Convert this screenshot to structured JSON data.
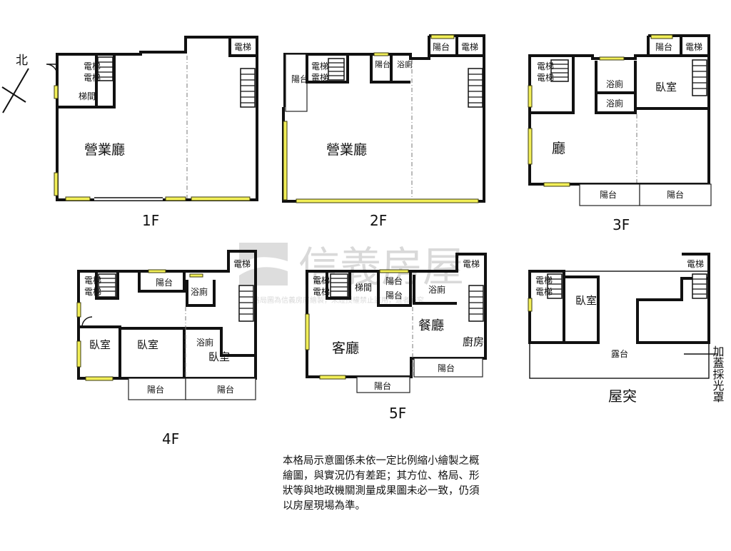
{
  "compass": {
    "label": "北"
  },
  "watermark": {
    "brand": "信義房屋",
    "line": "本格局圖為信義房屋繪製，未經授權禁止盜用，違者必究"
  },
  "floors": {
    "f1": {
      "label": "1F",
      "rooms": {
        "hall": "營業廳",
        "elevator": "電梯",
        "elevator2": "電梯",
        "stair_room": "梯間"
      }
    },
    "f2": {
      "label": "2F",
      "rooms": {
        "hall": "營業廳",
        "elevator": "電梯",
        "elevator2": "電梯",
        "balcony_left": "陽台",
        "balcony_top": "陽台",
        "balcony_small": "陽台",
        "bath": "浴廁"
      }
    },
    "f3": {
      "label": "3F",
      "rooms": {
        "living": "廳",
        "elevator": "電梯",
        "elevator2": "電梯",
        "bath1": "浴廁",
        "bath2": "浴廁",
        "bedroom": "臥室",
        "balcony_top": "陽台",
        "balcony1": "陽台",
        "balcony2": "陽台"
      }
    },
    "f4": {
      "label": "4F",
      "rooms": {
        "elevator": "電梯",
        "elevator2": "電梯",
        "balcony_top": "陽台",
        "bath1": "浴廁",
        "bath2": "浴廁",
        "bedroom1": "臥室",
        "bedroom2": "臥室",
        "bedroom3": "臥室",
        "balcony1": "陽台",
        "balcony2": "陽台"
      }
    },
    "f5": {
      "label": "5F",
      "rooms": {
        "elevator": "電梯",
        "elevator2": "電梯",
        "stair_room": "梯間",
        "balcony_top": "陽台",
        "balcony_small": "陽台",
        "bath": "浴廁",
        "dining": "餐廳",
        "kitchen": "廚房",
        "living": "客廳",
        "balcony1": "陽台",
        "balcony2": "陽台"
      }
    },
    "roof": {
      "label": "屋突",
      "rooms": {
        "elevator": "電梯",
        "elevator2": "電梯",
        "bedroom": "臥室",
        "terrace": "露台"
      },
      "side_note": "加蓋採光罩"
    }
  },
  "disclaimer": "本格局示意圖係未依一定比例縮小繪製之概\n繪圖，與實況仍有差距；其方位、格局、形\n狀等與地政機關測量成果圖未必一致，仍須\n以房屋現場為準。"
}
